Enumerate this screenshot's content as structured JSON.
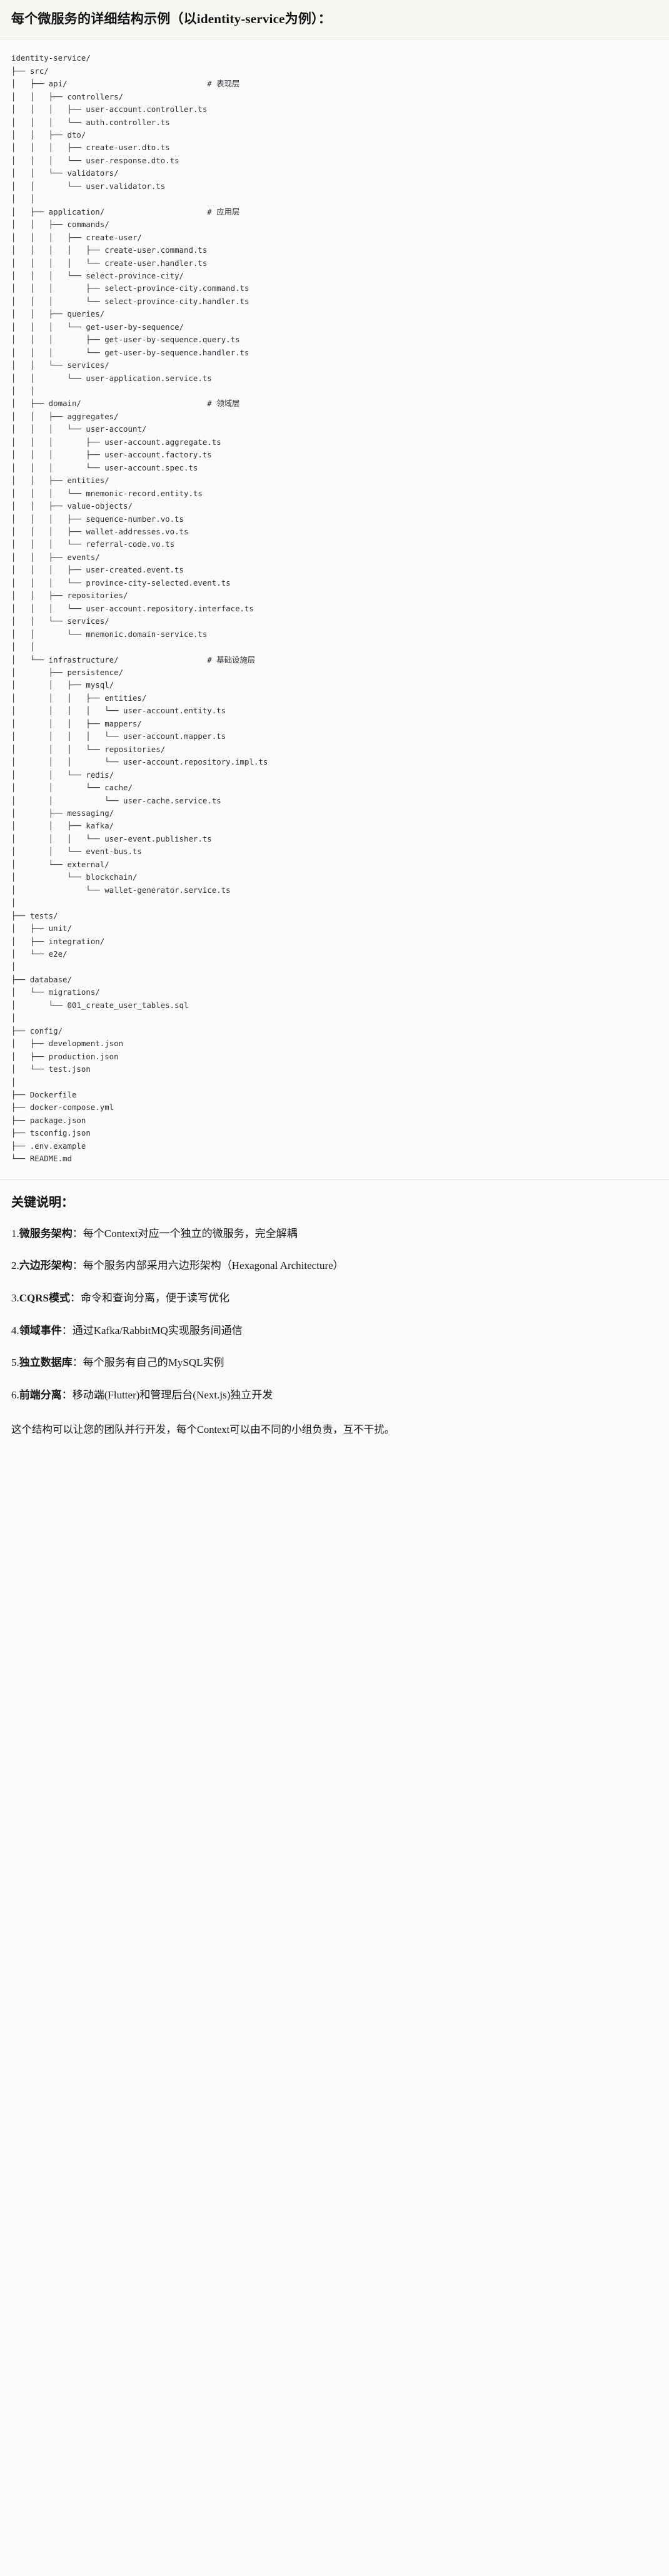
{
  "header": {
    "title": "每个微服务的详细结构示例（以identity-service为例）："
  },
  "tree": {
    "root_label": "identity-service/",
    "text": "identity-service/\n├── src/\n│   ├── api/                              # 表现层\n│   │   ├── controllers/\n│   │   │   ├── user-account.controller.ts\n│   │   │   └── auth.controller.ts\n│   │   ├── dto/\n│   │   │   ├── create-user.dto.ts\n│   │   │   └── user-response.dto.ts\n│   │   └── validators/\n│   │       └── user.validator.ts\n│   │\n│   ├── application/                      # 应用层\n│   │   ├── commands/\n│   │   │   ├── create-user/\n│   │   │   │   ├── create-user.command.ts\n│   │   │   │   └── create-user.handler.ts\n│   │   │   └── select-province-city/\n│   │   │       ├── select-province-city.command.ts\n│   │   │       └── select-province-city.handler.ts\n│   │   ├── queries/\n│   │   │   └── get-user-by-sequence/\n│   │   │       ├── get-user-by-sequence.query.ts\n│   │   │       └── get-user-by-sequence.handler.ts\n│   │   └── services/\n│   │       └── user-application.service.ts\n│   │\n│   ├── domain/                           # 领域层\n│   │   ├── aggregates/\n│   │   │   └── user-account/\n│   │   │       ├── user-account.aggregate.ts\n│   │   │       ├── user-account.factory.ts\n│   │   │       └── user-account.spec.ts\n│   │   ├── entities/\n│   │   │   └── mnemonic-record.entity.ts\n│   │   ├── value-objects/\n│   │   │   ├── sequence-number.vo.ts\n│   │   │   ├── wallet-addresses.vo.ts\n│   │   │   └── referral-code.vo.ts\n│   │   ├── events/\n│   │   │   ├── user-created.event.ts\n│   │   │   └── province-city-selected.event.ts\n│   │   ├── repositories/\n│   │   │   └── user-account.repository.interface.ts\n│   │   └── services/\n│   │       └── mnemonic.domain-service.ts\n│   │\n│   └── infrastructure/                   # 基础设施层\n│       ├── persistence/\n│       │   ├── mysql/\n│       │   │   ├── entities/\n│       │   │   │   └── user-account.entity.ts\n│       │   │   ├── mappers/\n│       │   │   │   └── user-account.mapper.ts\n│       │   │   └── repositories/\n│       │   │       └── user-account.repository.impl.ts\n│       │   └── redis/\n│       │       └── cache/\n│       │           └── user-cache.service.ts\n│       ├── messaging/\n│       │   ├── kafka/\n│       │   │   └── user-event.publisher.ts\n│       │   └── event-bus.ts\n│       └── external/\n│           └── blockchain/\n│               └── wallet-generator.service.ts\n│\n├── tests/\n│   ├── unit/\n│   ├── integration/\n│   └── e2e/\n│\n├── database/\n│   └── migrations/\n│       └── 001_create_user_tables.sql\n│\n├── config/\n│   ├── development.json\n│   ├── production.json\n│   └── test.json\n│\n├── Dockerfile\n├── docker-compose.yml\n├── package.json\n├── tsconfig.json\n├── .env.example\n└── README.md",
    "layer_comments": [
      {
        "path": "api/",
        "comment": "# 表现层"
      },
      {
        "path": "application/",
        "comment": "# 应用层"
      },
      {
        "path": "domain/",
        "comment": "# 领域层"
      },
      {
        "path": "infrastructure/",
        "comment": "# 基础设施层"
      }
    ]
  },
  "notes": {
    "title": "关键说明：",
    "items": [
      {
        "num": "1.",
        "key": "微服务架构",
        "sep": "：",
        "desc": "每个Context对应一个独立的微服务，完全解耦"
      },
      {
        "num": "2.",
        "key": "六边形架构",
        "sep": "：",
        "desc": "每个服务内部采用六边形架构（Hexagonal Architecture）"
      },
      {
        "num": "3.",
        "key": "CQRS模式",
        "sep": "：",
        "desc": "命令和查询分离，便于读写优化"
      },
      {
        "num": "4.",
        "key": "领域事件",
        "sep": "：",
        "desc": "通过Kafka/RabbitMQ实现服务间通信"
      },
      {
        "num": "5.",
        "key": "独立数据库",
        "sep": "：",
        "desc": "每个服务有自己的MySQL实例"
      },
      {
        "num": "6.",
        "key": "前端分离",
        "sep": "：",
        "desc": "移动端(Flutter)和管理后台(Next.js)独立开发"
      }
    ],
    "closing": "这个结构可以让您的团队并行开发，每个Context可以由不同的小组负责，互不干扰。"
  },
  "colors": {
    "page_bg": "#fbfaf8",
    "header_bg": "#f7f6f2",
    "code_bg": "#fcfbf9",
    "code_fg": "#2b3038",
    "text_fg": "#1a1a1a",
    "divider": "#e2e0da"
  }
}
